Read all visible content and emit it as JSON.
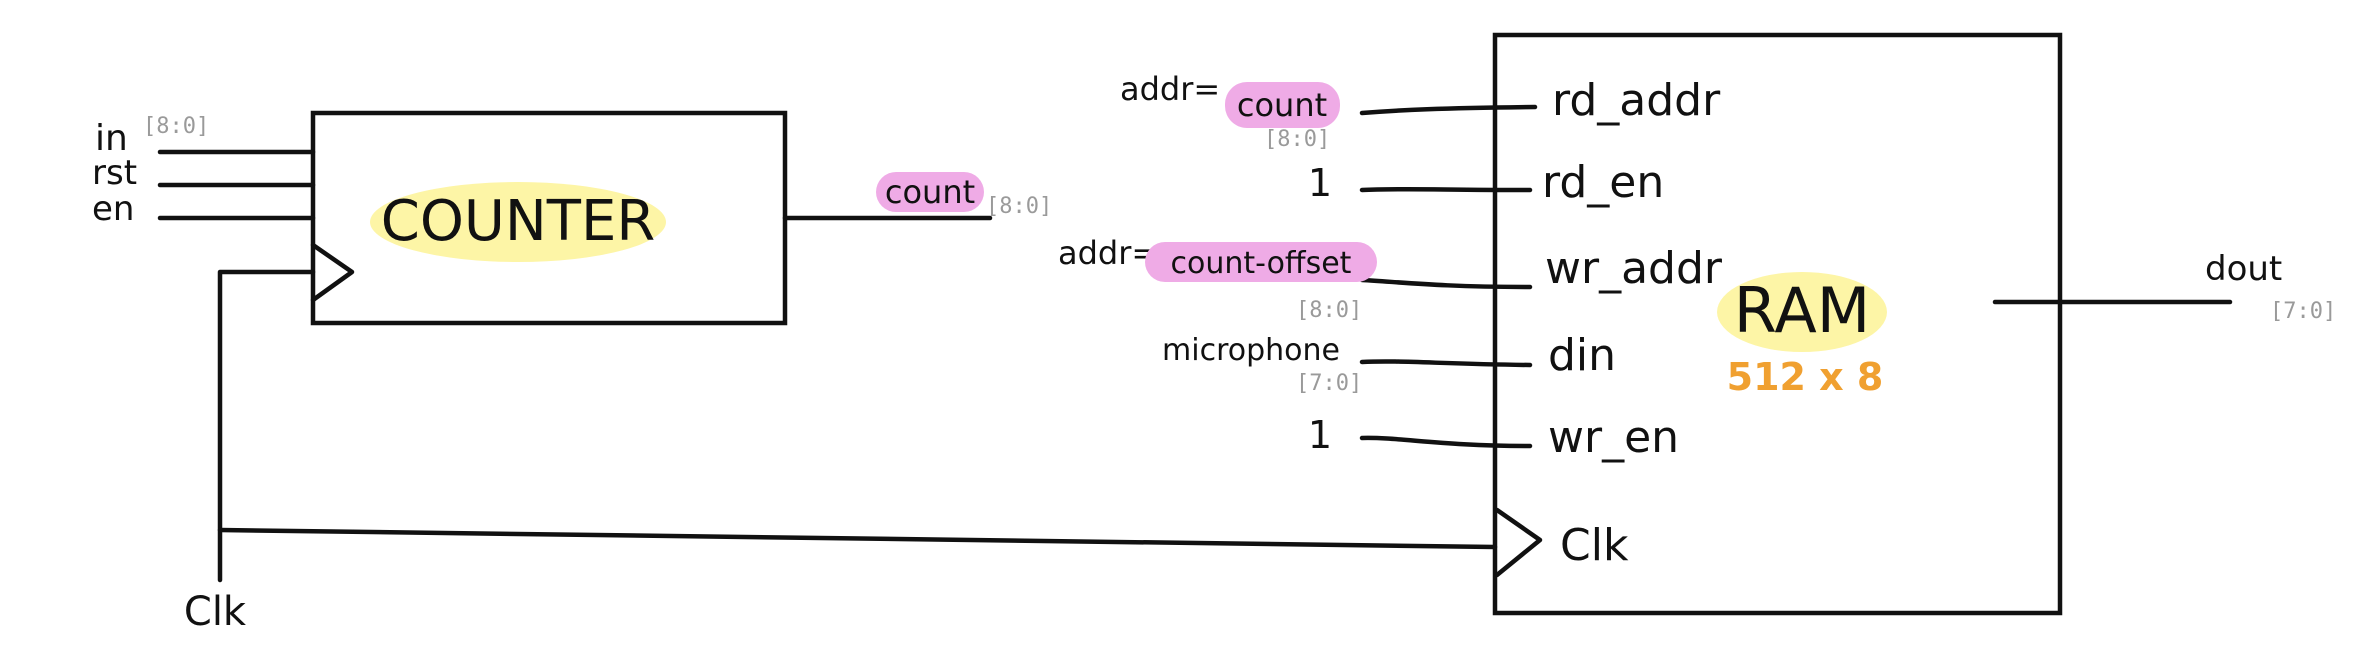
{
  "colors": {
    "ink": "#111111",
    "highlight_yellow": "#fdf5a6",
    "highlight_pink": "#efabe6",
    "bus_width_gray": "#9a9a9a",
    "ram_size_orange": "#f0a030"
  },
  "counter": {
    "title": "COUNTER",
    "inputs": {
      "in": "in",
      "in_width": "[8:0]",
      "rst": "rst",
      "en": "en"
    },
    "output": {
      "label": "count",
      "width": "[8:0]"
    }
  },
  "clk_source": {
    "label": "Clk"
  },
  "ram": {
    "title": "RAM",
    "size": "512 x 8",
    "ports": {
      "rd_addr": "rd_addr",
      "rd_en": "rd_en",
      "wr_addr": "wr_addr",
      "din": "din",
      "wr_en": "wr_en",
      "clk": "Clk"
    },
    "output": {
      "label": "dout",
      "width": "[7:0]"
    }
  },
  "ram_inputs": {
    "rd_addr": {
      "prefix": "addr=",
      "value": "count",
      "width": "[8:0]"
    },
    "rd_en": {
      "value": "1"
    },
    "wr_addr": {
      "prefix": "addr=",
      "value": "count-offset",
      "width": "[8:0]"
    },
    "din": {
      "value": "microphone",
      "width": "[7:0]"
    },
    "wr_en": {
      "value": "1"
    }
  }
}
